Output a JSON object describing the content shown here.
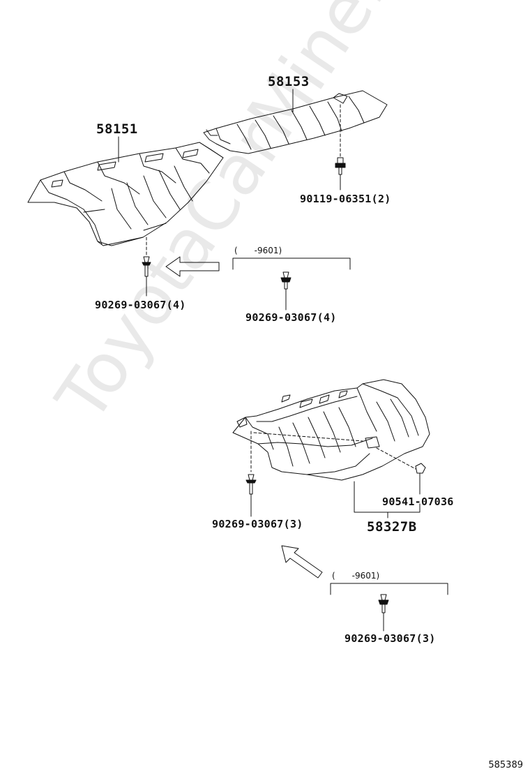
{
  "watermark": "ToyotaCarMine.ru",
  "sheet_number": "585389",
  "colors": {
    "line": "#111111",
    "watermark": "#e9e9e9"
  },
  "upper_group": {
    "parts": {
      "p58151": "58151",
      "p58153": "58153",
      "bolt_58153": "90119-06351(2)",
      "clip_58151": "90269-03067(4)"
    },
    "alt": {
      "date_note": "(　　-9601)",
      "clip": "90269-03067(4)"
    }
  },
  "lower_group": {
    "parts": {
      "p58327B": "58327B",
      "grommet": "90541-07036",
      "clip": "90269-03067(3)"
    },
    "alt": {
      "date_note": "(　　-9601)",
      "clip": "90269-03067(3)"
    }
  },
  "icons": [
    "arrow-left-icon",
    "arrow-up-left-icon",
    "clip-icon",
    "bolt-icon",
    "grommet-icon"
  ]
}
